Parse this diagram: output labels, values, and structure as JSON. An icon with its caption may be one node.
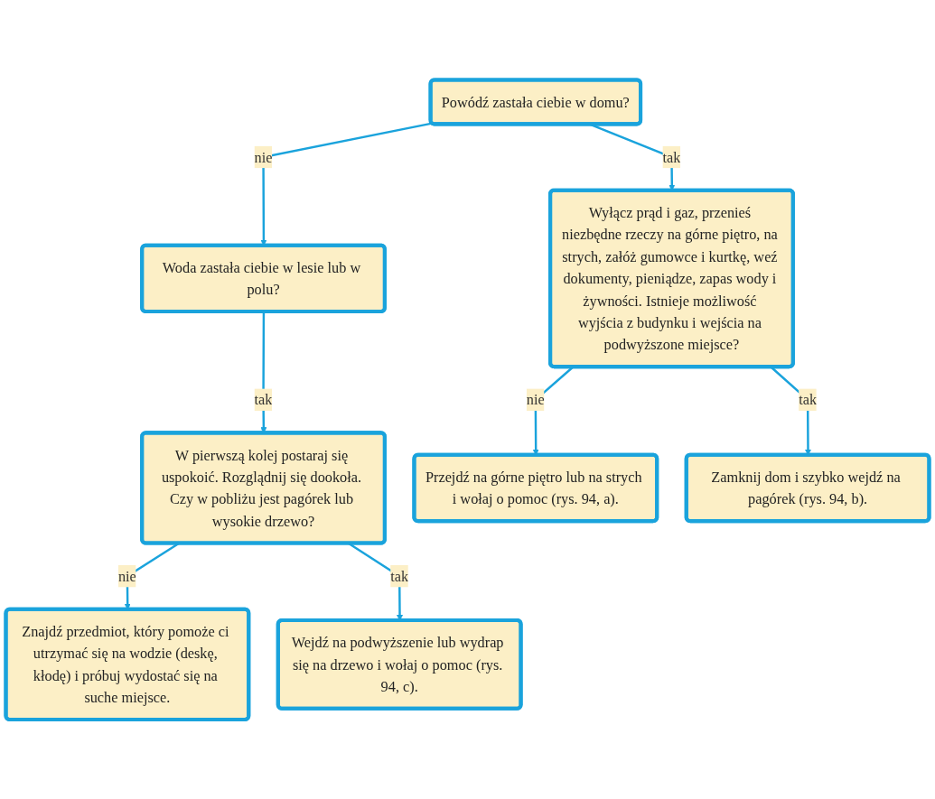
{
  "diagram": {
    "nodes": [
      {
        "text": [
          "Powódź zastała ciebie w domu?"
        ]
      },
      {
        "text": [
          "Woda zastała ciebie w lesie lub w polu?"
        ]
      },
      {
        "text": [
          "Wyłącz prąd i gaz, przenieś niezbędne rzeczy na górne piętro, na strych, załóż gumowce i kurtkę, weź dokumenty, pieniądze, zapas wody i żywności. Istnieje możliwość wyjścia z budynku i wejścia na podwyższone miejsce?"
        ]
      },
      {
        "text": [
          "W pierwszą kolej postaraj się uspokoić. Rozglądnij się dookoła. Czy w pobliżu jest pagórek lub wysokie drzewo?"
        ]
      },
      {
        "text": [
          "Znajdź przedmiot, który pomoże ci utrzymać się na wodzie (deskę, kłodę) i próbuj wydostać się na suche miejsce."
        ]
      },
      {
        "text": [
          "Przejdź na górne piętro lub na strych i wołaj o pomoc (rys. 94, a)."
        ]
      },
      {
        "text": [
          "Zamknij dom i szybko wejdź na pagórek (rys. 94, b)."
        ]
      },
      {
        "text": [
          "Wejdź na podwyższenie lub wydrap się na drzewo i wołaj o pomoc (rys. 94, c)."
        ]
      }
    ],
    "edges": [
      {
        "from": 0,
        "to": 1,
        "arrow": "to",
        "label": "nie"
      },
      {
        "from": 0,
        "to": 2,
        "arrow": "to",
        "label": "tak"
      },
      {
        "from": 1,
        "to": 3,
        "arrow": "to",
        "label": "tak"
      },
      {
        "from": 3,
        "to": 4,
        "arrow": "to",
        "label": "nie"
      },
      {
        "from": 3,
        "to": 7,
        "arrow": "to",
        "label": "tak"
      },
      {
        "from": 2,
        "to": 5,
        "arrow": "to",
        "label": "nie"
      },
      {
        "from": 2,
        "to": 6,
        "arrow": "to",
        "label": "tak"
      }
    ]
  }
}
